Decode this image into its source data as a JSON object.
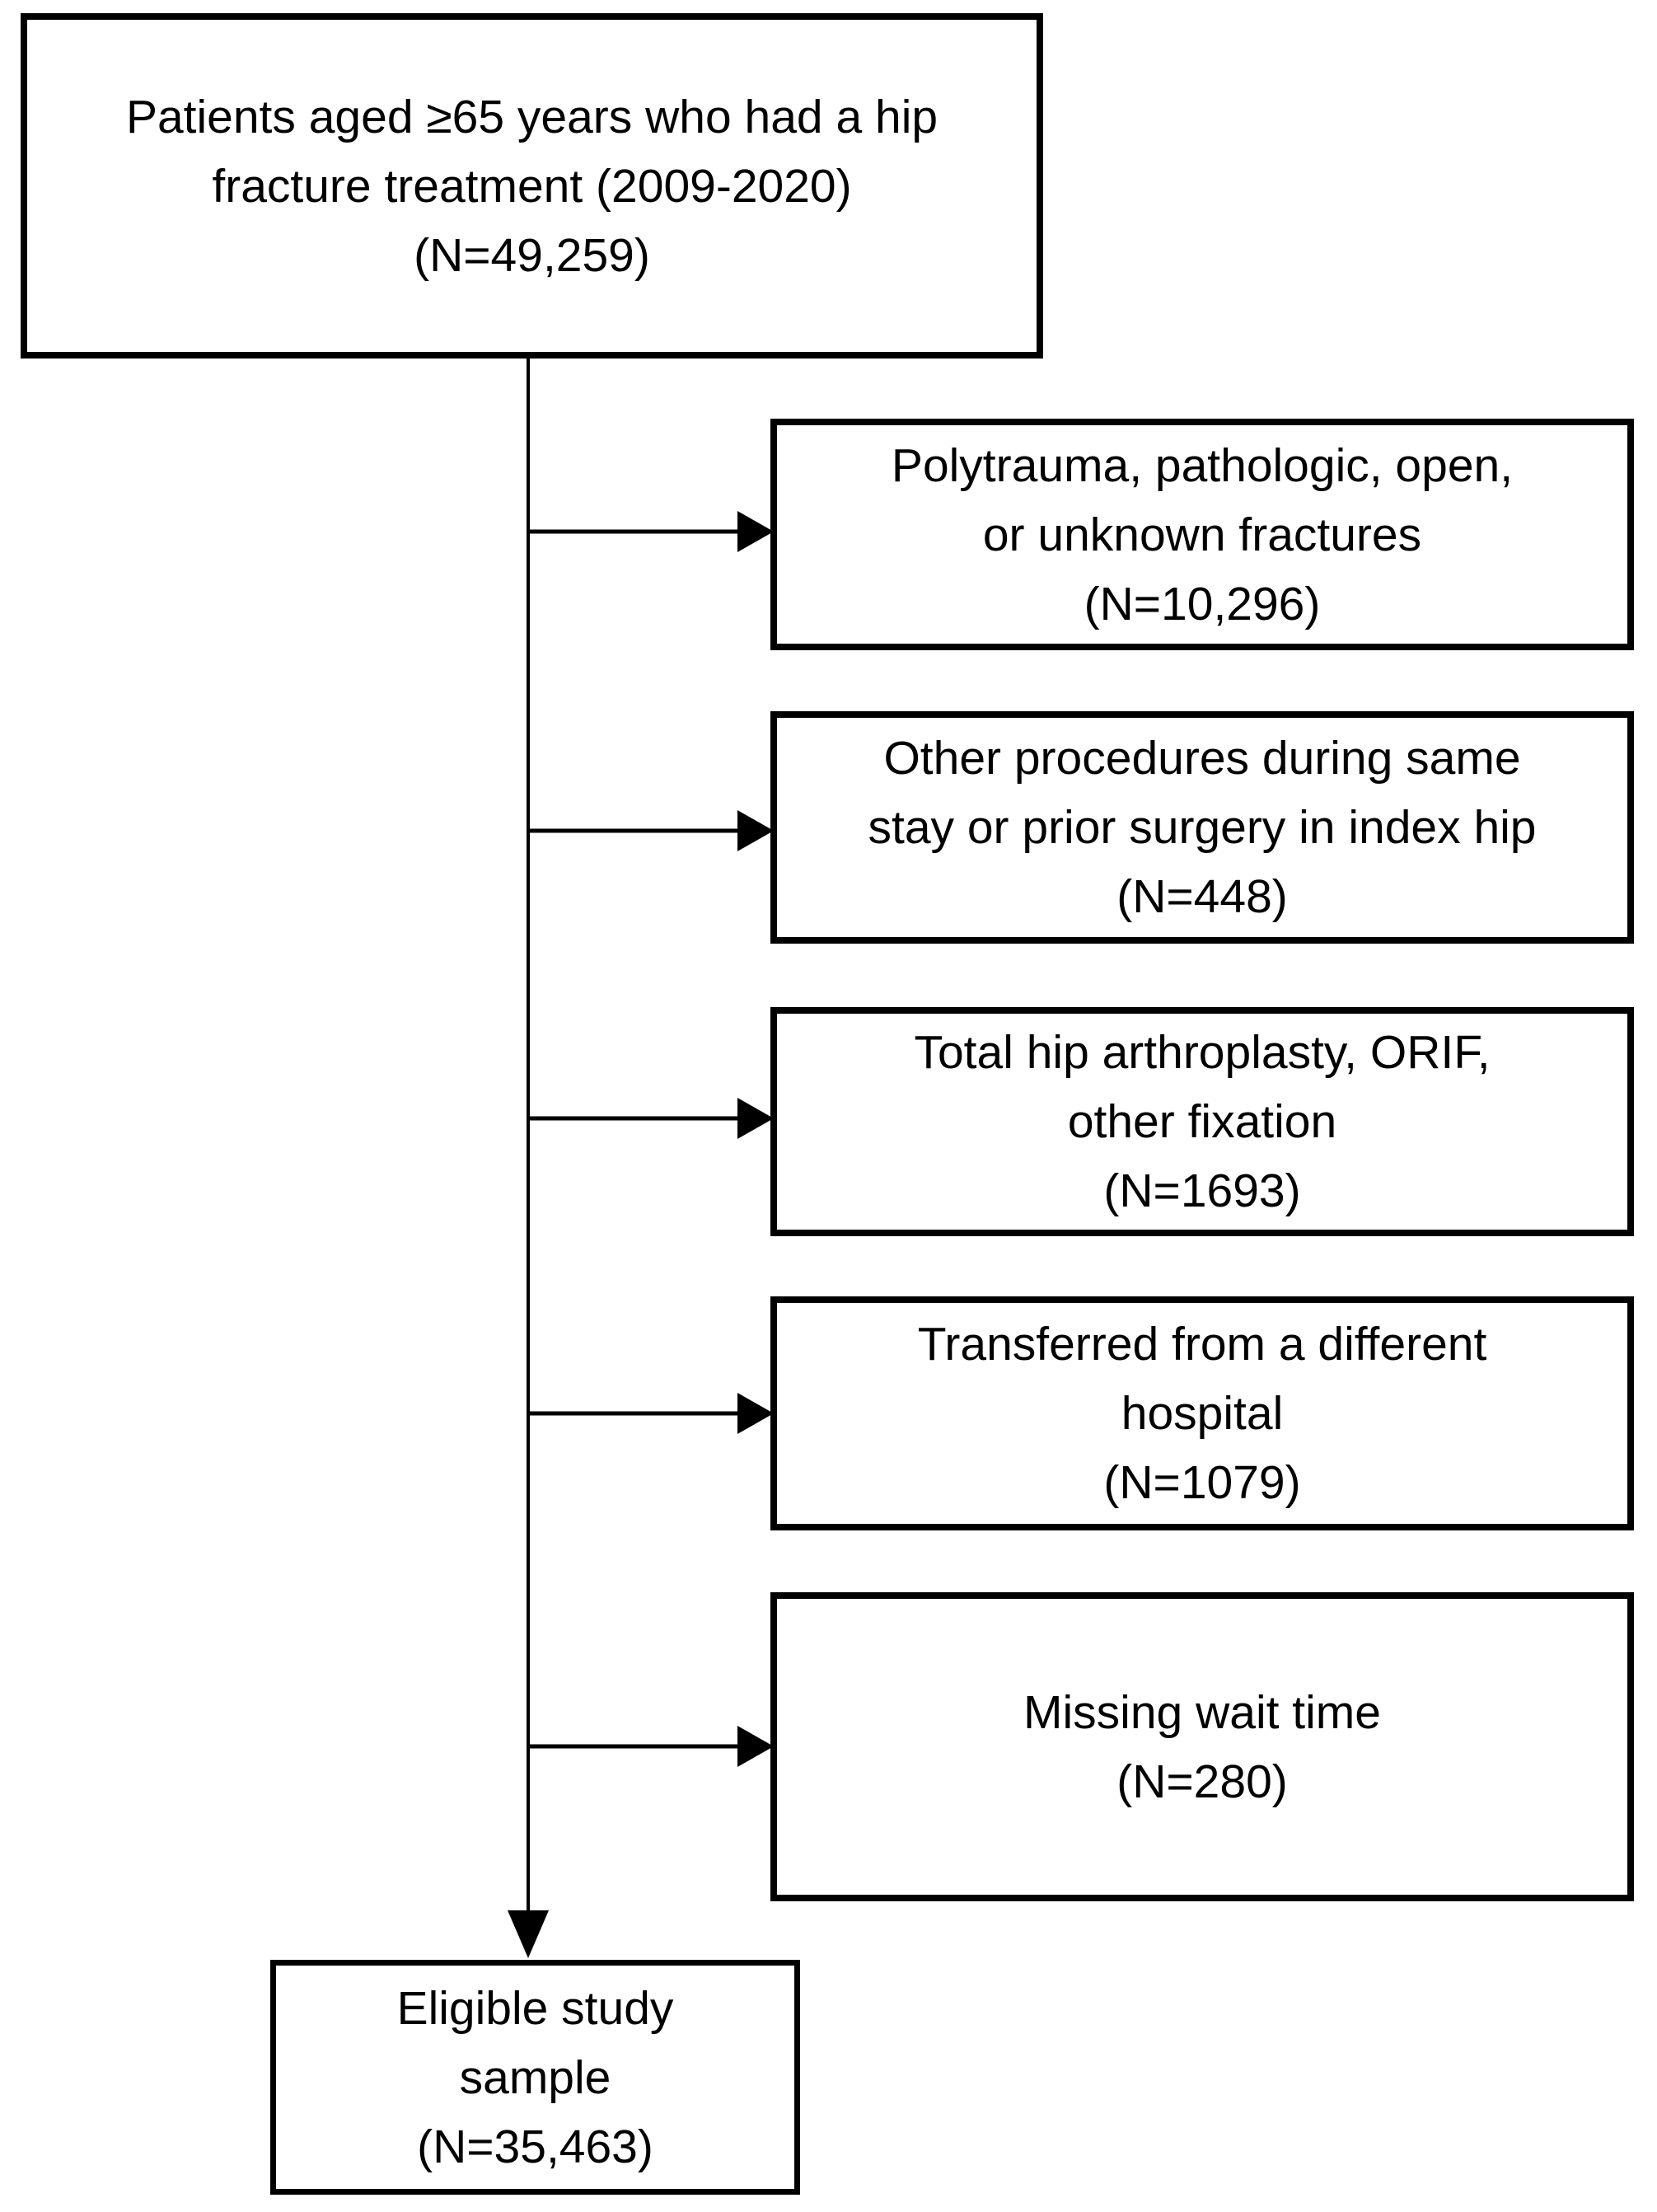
{
  "colors": {
    "ink": "#000000",
    "paper": "#ffffff"
  },
  "flowchart": {
    "source_box": {
      "lines": [
        "Patients aged ≥65 years who had a hip",
        "fracture treatment (2009-2020)",
        "(N=49,259)"
      ]
    },
    "exclusion_boxes": [
      {
        "lines": [
          "Polytrauma, pathologic, open,",
          "or unknown fractures",
          "(N=10,296)"
        ]
      },
      {
        "lines": [
          "Other procedures during same",
          "stay or prior surgery in index hip",
          "(N=448)"
        ]
      },
      {
        "lines": [
          "Total hip arthroplasty, ORIF,",
          "other fixation",
          "(N=1693)"
        ]
      },
      {
        "lines": [
          "Transferred from a different",
          "hospital",
          "(N=1079)"
        ]
      },
      {
        "lines": [
          "Missing wait time",
          "(N=280)"
        ]
      }
    ],
    "result_box": {
      "lines": [
        "Eligible study",
        "sample",
        "(N=35,463)"
      ]
    }
  }
}
